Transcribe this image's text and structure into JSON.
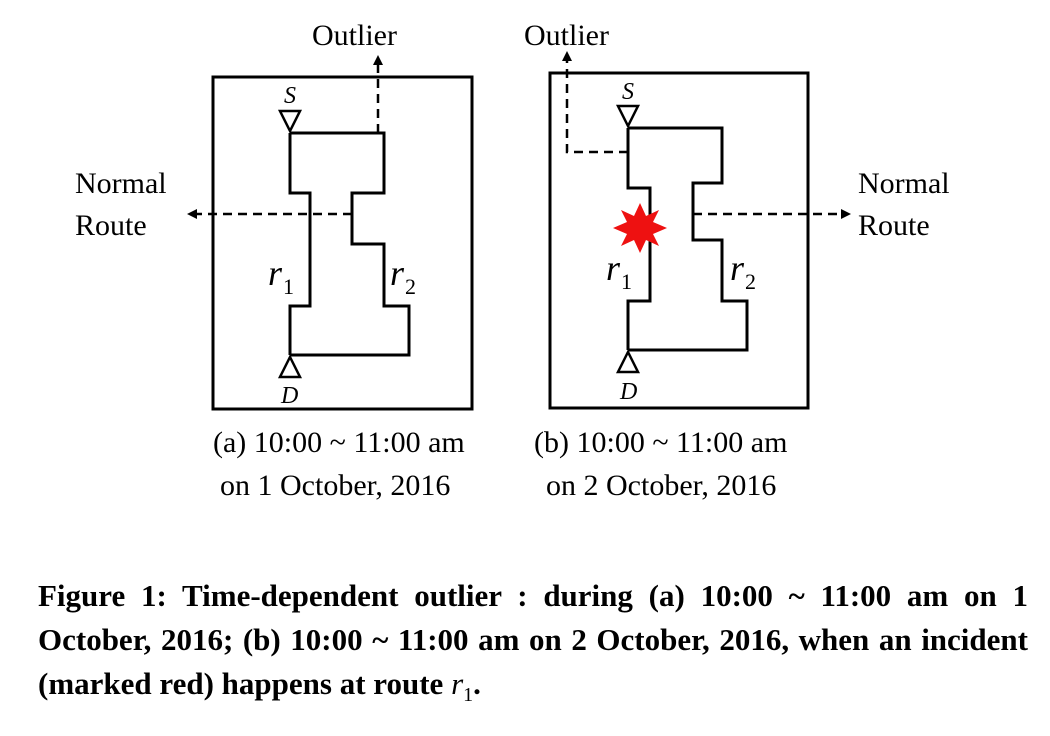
{
  "panel_a": {
    "outlier_label": "Outlier",
    "normal_label_line1": "Normal",
    "normal_label_line2": "Route",
    "source": "S",
    "dest": "D",
    "route1": "r",
    "route1_sub": "1",
    "route2": "r",
    "route2_sub": "2",
    "caption_line1": "(a) 10:00 ~ 11:00 am",
    "caption_line2": "on 1 October, 2016"
  },
  "panel_b": {
    "outlier_label": "Outlier",
    "normal_label_line1": "Normal",
    "normal_label_line2": "Route",
    "source": "S",
    "dest": "D",
    "route1": "r",
    "route1_sub": "1",
    "route2": "r",
    "route2_sub": "2",
    "caption_line1": "(b) 10:00 ~ 11:00 am",
    "caption_line2": "on 2 October, 2016",
    "incident_color": "#ee1111"
  },
  "caption": {
    "main": "Figure 1: Time-dependent outlier : during (a) 10:00 ~ 11:00 am on 1 October, 2016; (b) 10:00 ~ 11:00 am on 2 October, 2016, when an incident (marked red) happens at route ",
    "var": "r",
    "var_sub": "1",
    "end": "."
  }
}
